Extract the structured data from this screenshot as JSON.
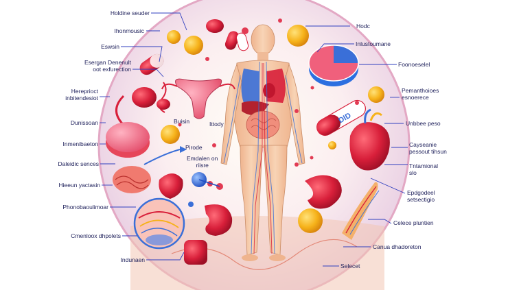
{
  "labels_left": [
    {
      "id": "holdine-seuder",
      "text": "Holdine seuder"
    },
    {
      "id": "ihonmousic",
      "text": "Ihonmousic"
    },
    {
      "id": "eswsin",
      "text": "Eswsin"
    },
    {
      "id": "esergan",
      "text": "Esergan Denenult\noot exfurection"
    },
    {
      "id": "hereprioct",
      "text": "Hereprioct\ninbitendesiot"
    },
    {
      "id": "dunissoan",
      "text": "Dunissoan"
    },
    {
      "id": "inmenibaeton",
      "text": "Inmenibaeton"
    },
    {
      "id": "daleidic",
      "text": "Daleidic sences"
    },
    {
      "id": "hieeun",
      "text": "Hieeun yactasin"
    },
    {
      "id": "phonobaoulimoar",
      "text": "Phonobaoulimoar"
    },
    {
      "id": "cmenloox",
      "text": "Cmenloox dhpolets"
    },
    {
      "id": "indunaen",
      "text": "Indunaen"
    }
  ],
  "labels_center": [
    {
      "id": "buisin",
      "text": "Buisin"
    },
    {
      "id": "ittody",
      "text": "Ittody"
    },
    {
      "id": "pirode",
      "text": "Pirode"
    },
    {
      "id": "emdalen",
      "text": "Emdalen on\nriisre"
    }
  ],
  "labels_right": [
    {
      "id": "hodc",
      "text": "Hodc"
    },
    {
      "id": "inlustoumane",
      "text": "Inlustoumane"
    },
    {
      "id": "foonoeselel",
      "text": "Foonoeselel"
    },
    {
      "id": "pemanthoioes",
      "text": "Pemanthoioes\nesnoerece"
    },
    {
      "id": "unbbee-peso",
      "text": "Unbbee peso"
    },
    {
      "id": "cayseanie",
      "text": "Cayseanie\npessout tihsun"
    },
    {
      "id": "tntamional",
      "text": "Tntamional\nslo"
    },
    {
      "id": "epdgodeel",
      "text": "Epdgodeel\nsetsectigio"
    },
    {
      "id": "celece",
      "text": "Celece pluntien"
    },
    {
      "id": "canua",
      "text": "Canua dhadoreton"
    },
    {
      "id": "selecet",
      "text": "Selecet"
    }
  ],
  "capsule_text": "DID",
  "colors": {
    "label": "#1d1f5a",
    "leader": "#2f3fbf",
    "circle_fill": "#f7e8ee",
    "circle_border": "#e3a8c4",
    "red_organ": "#d81f3a",
    "yellow": "#f6b21a",
    "blue": "#3a6fd8",
    "skin": "#f4c3a0"
  }
}
